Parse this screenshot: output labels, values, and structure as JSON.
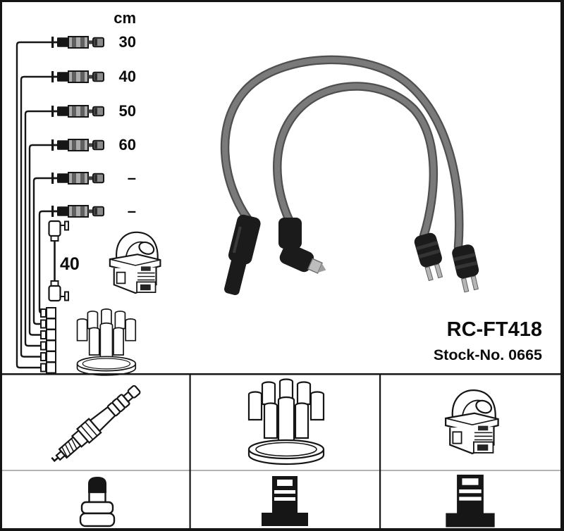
{
  "product": {
    "part_number": "RC-FT418",
    "stock_text": "Stock-No. 0665"
  },
  "length_diagram": {
    "unit_header": "cm",
    "cable_lengths": [
      "30",
      "40",
      "50",
      "60",
      "–",
      "–"
    ],
    "coil_wire_length": "40"
  },
  "parts": {
    "lead_set_photo": "ignition-lead-set",
    "ignition_coil": "ignition-coil",
    "distributor_cap": "distributor-cap",
    "spark_plug": "spark-plug",
    "plug_boot": "spark-plug-boot",
    "distributor_terminal": "distributor-terminal-connector",
    "coil_wire": "coil-to-distributor-wire"
  },
  "colors": {
    "line_art": "#161616",
    "cable_gray": "#757575",
    "grid_light": "#b4b4b4",
    "background": "#ffffff",
    "text": "#0c0c0c"
  }
}
